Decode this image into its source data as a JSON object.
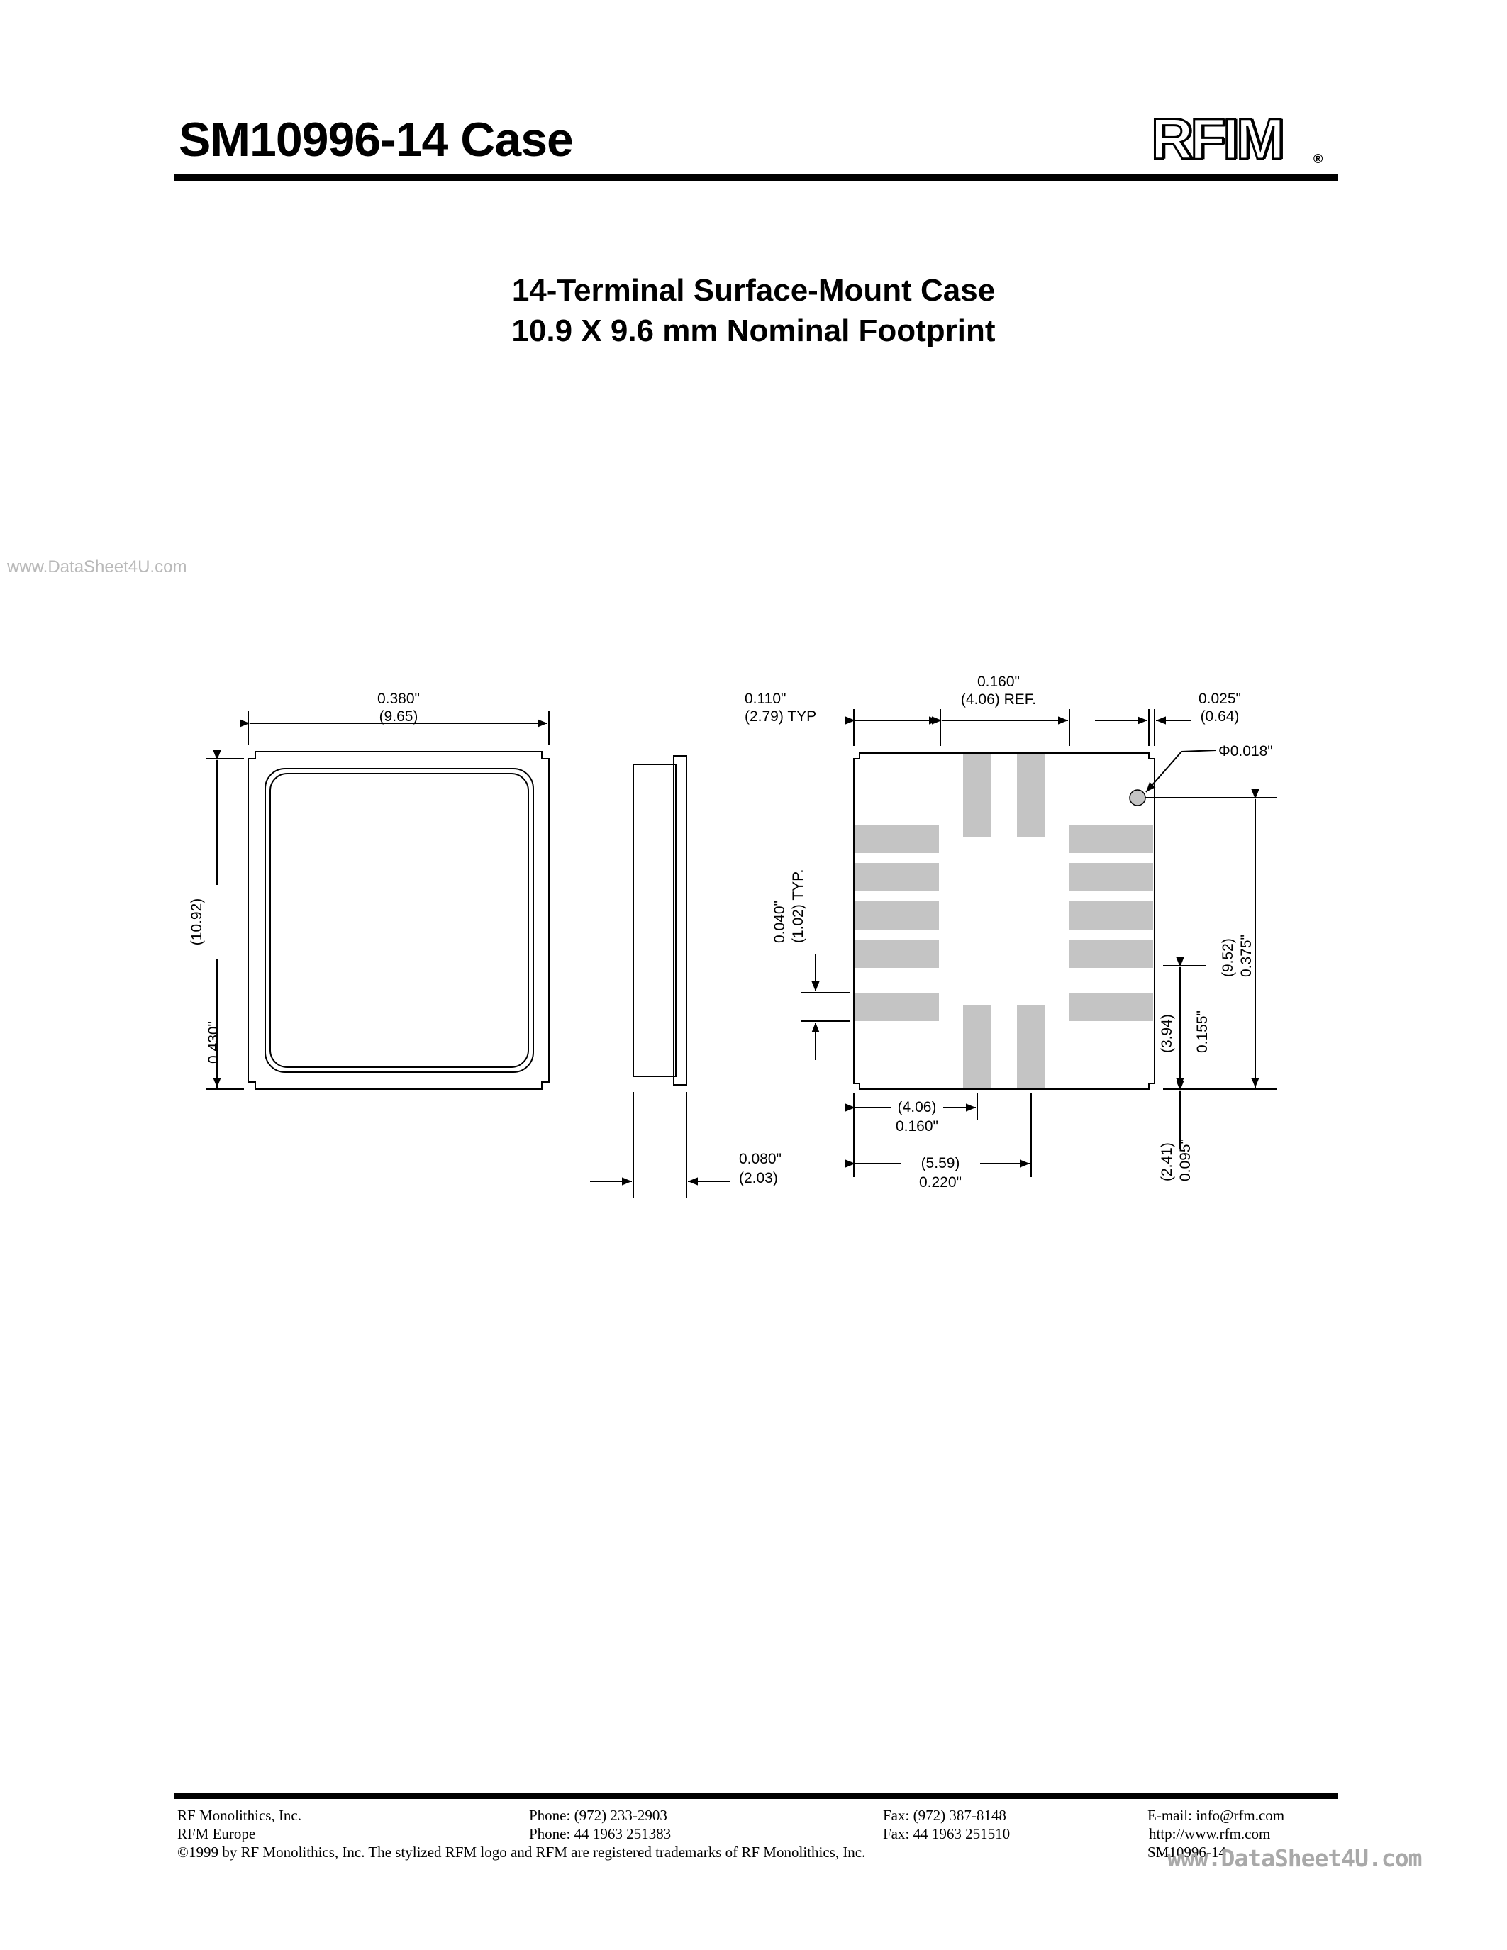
{
  "header": {
    "title": "SM10996-14 Case",
    "logo": "RFIM",
    "logo_mark": "®"
  },
  "subtitle": {
    "line1": "14-Terminal Surface-Mount Case",
    "line2": "10.9 X 9.6 mm Nominal Footprint"
  },
  "watermark": {
    "left": "www.DataSheet4U.com",
    "right": "www.DataSheet4U.com"
  },
  "drawing": {
    "top_view": {
      "width_in": "0.380\"",
      "width_mm": "(9.65)",
      "height_mm": "(10.92)",
      "height_in": "0.430\""
    },
    "side_view": {
      "thickness_in": "0.080\"",
      "thickness_mm": "(2.03)"
    },
    "footprint": {
      "pad_length_in": "0.110\"",
      "pad_length_mm": "(2.79) TYP",
      "center_ref_in": "0.160\"",
      "center_ref_mm": "(4.06) REF.",
      "edge_in": "0.025\"",
      "edge_mm": "(0.64)",
      "hole": "Φ0.018\"",
      "pitch_in": "0.040\"",
      "pitch_mm": "(1.02) TYP.",
      "right_span_mm": "(9.52)",
      "right_span_in": "0.375\"",
      "right_lower_mm": "(3.94)",
      "right_lower_in": "0.155\"",
      "bottom_offset_mm": "(2.41)",
      "bottom_offset_in": "0.095\"",
      "bottom_a_mm": "(4.06)",
      "bottom_a_in": "0.160\"",
      "bottom_b_mm": "(5.59)",
      "bottom_b_in": "0.220\""
    }
  },
  "footer": {
    "company_us": "RF Monolithics, Inc.",
    "phone_us": "Phone: (972) 233-2903",
    "fax_us": "Fax: (972) 387-8148",
    "email": "E-mail: info@rfm.com",
    "company_eu": "RFM Europe",
    "phone_eu": "Phone:  44 1963 251383",
    "fax_eu": "Fax:  44 1963 251510",
    "url": "http://www.rfm.com",
    "copyright": "©1999 by RF Monolithics, Inc.  The stylized RFM logo and RFM are registered trademarks of RF Monolithics, Inc.",
    "doc_code": "SM10996-14"
  }
}
